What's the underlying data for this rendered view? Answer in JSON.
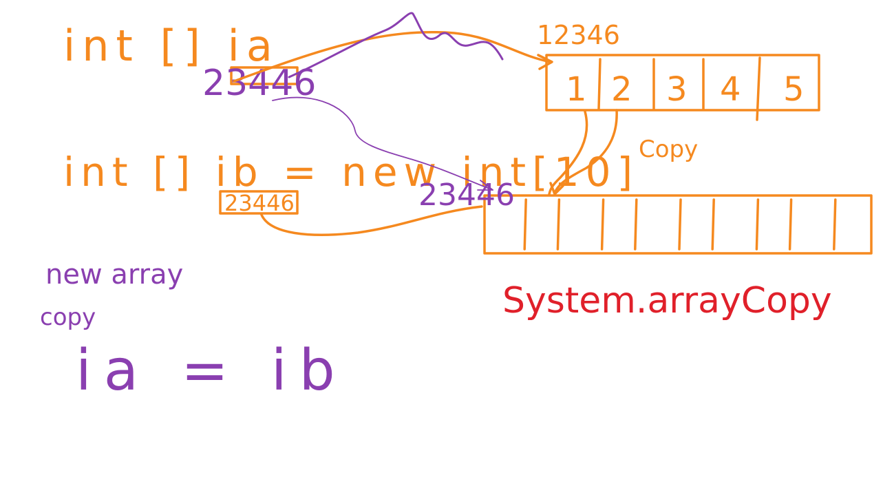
{
  "code": {
    "decl_a": "int [] ia",
    "decl_b": "int [] ib = new int[10]",
    "assign": "ia = ib"
  },
  "addresses": {
    "ia_ref": "23446",
    "ib_ref": "23446",
    "heap_ref": "23446",
    "array_a_addr": "12346"
  },
  "array_a": {
    "cells": [
      "1",
      "2",
      "3",
      "4",
      "5"
    ]
  },
  "array_b": {
    "cell_count": 10
  },
  "notes": {
    "copy": "Copy",
    "new_array": "new array",
    "copy_small": "copy",
    "system_call": "System.arrayCopy"
  },
  "colors": {
    "orange": "#f5891f",
    "purple": "#8a3fb0",
    "red": "#e0202a",
    "background": "#ffffff"
  }
}
